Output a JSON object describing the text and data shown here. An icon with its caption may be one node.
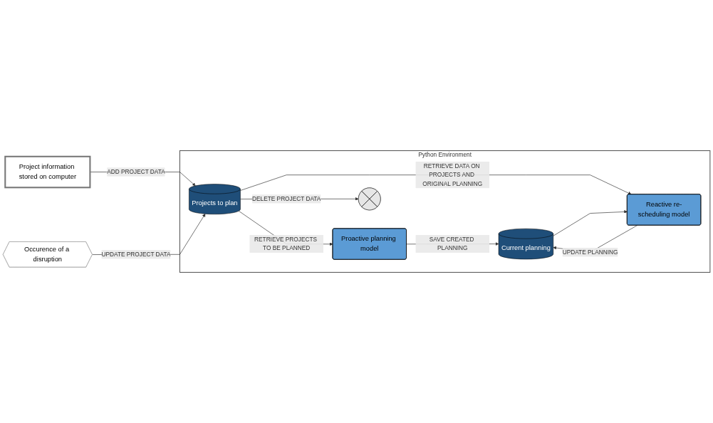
{
  "diagram": {
    "nodes": [
      {
        "text": [
          "Project information stored on computer"
        ]
      },
      {
        "text": [
          "Occurence of a disruption"
        ]
      },
      {
        "text": [
          "Python Environment"
        ]
      },
      {
        "text": [
          "Projects to plan"
        ],
        "in": 2
      },
      {
        "text": [
          "Proactive planning model"
        ],
        "in": 2
      },
      {
        "text": [],
        "shape": "circle",
        "in": 2
      },
      {
        "text": [
          "Current planning"
        ],
        "in": 2
      },
      {
        "text": [
          "Reactive re-scheduling model"
        ],
        "in": 2
      }
    ],
    "edges": [
      {
        "from": 0,
        "to": 3,
        "arrow": "to",
        "label": "ADD PROJECT DATA"
      },
      {
        "from": 1,
        "to": 3,
        "arrow": "to",
        "label": "UPDATE PROJECT DATA"
      },
      {
        "from": 3,
        "to": 4,
        "arrow": "to",
        "label": "RETRIEVE PROJECTS TO BE PLANNED"
      },
      {
        "from": 3,
        "to": 5,
        "arrow": "to",
        "label": "DELETE PROJECT DATA"
      },
      {
        "from": 4,
        "to": 6,
        "arrow": "to",
        "label": "SAVE CREATED PLANNING"
      },
      {
        "from": 3,
        "to": 7,
        "arrow": "to",
        "label": "RETRIEVE DATA ON PROJECTS AND ORIGINAL PLANNING"
      },
      {
        "from": 6,
        "to": 7,
        "arrow": "to"
      },
      {
        "from": 7,
        "to": 6,
        "arrow": "to",
        "label": "UPDATE PLANNING"
      }
    ]
  }
}
